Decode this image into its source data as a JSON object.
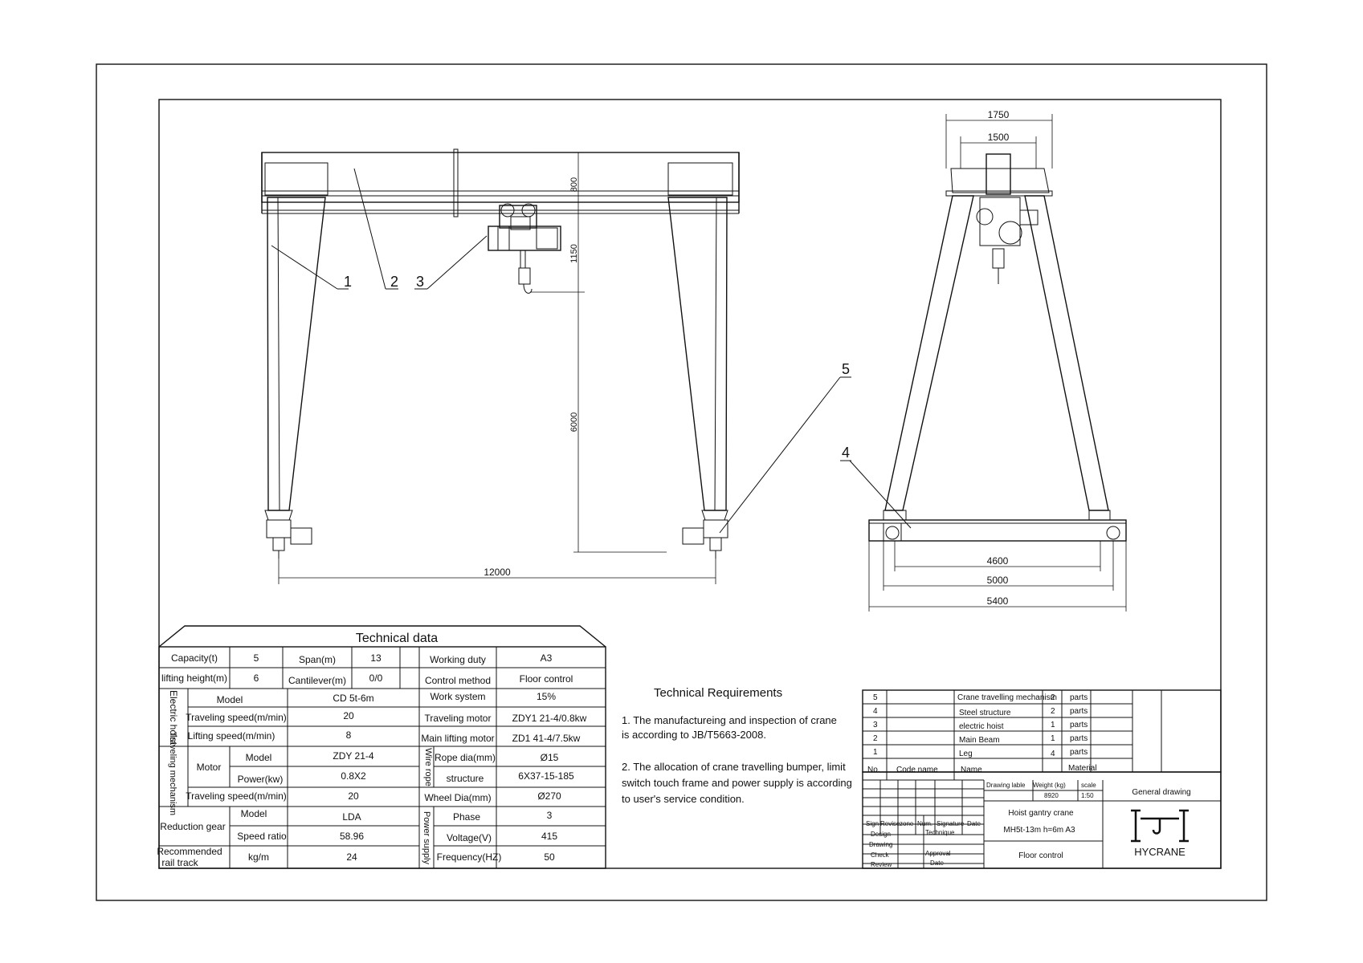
{
  "drawing": {
    "part_labels": [
      "1",
      "2",
      "3",
      "4",
      "5"
    ],
    "front_view": {
      "span": "12000",
      "height": "6000",
      "hoist_height": "1150",
      "beam_height": "800"
    },
    "side_view": {
      "top_outer": "1750",
      "top_inner": "1500",
      "base1": "4600",
      "base2": "5000",
      "base3": "5400"
    }
  },
  "tech_data": {
    "title": "Technical data",
    "row1": {
      "capacity_label": "Capacity(t)",
      "capacity": "5",
      "span_label": "Span(m)",
      "span": "13",
      "duty_label": "Working duty",
      "duty": "A3"
    },
    "row2": {
      "lift_label": "lifting height(m)",
      "lift": "6",
      "cant_label": "Cantilever(m)",
      "cant": "0/0",
      "control_label": "Control method",
      "control": "Floor control"
    },
    "hoist_group": "Electric hoist",
    "hoist_model_label": "Model",
    "hoist_model": "CD 5t-6m",
    "work_system_label": "Work system",
    "work_system": "15%",
    "hoist_trav_label": "Traveling speed(m/min)",
    "hoist_trav": "20",
    "trav_motor_label": "Traveling motor",
    "trav_motor": "ZDY1 21-4/0.8kw",
    "hoist_lift_label": "Lifting speed(m/min)",
    "hoist_lift": "8",
    "main_lift_label": "Main lifting motor",
    "main_lift": "ZD1 41-4/7.5kw",
    "trav_group": "Traveling mechanism",
    "motor_label": "Motor",
    "trav_model_label": "Model",
    "trav_model": "ZDY 21-4",
    "wire_group": "Wire rope",
    "rope_dia_label": "Rope dia(mm)",
    "rope_dia": "Ø15",
    "power_label": "Power(kw)",
    "power": "0.8X2",
    "structure_label": "structure",
    "structure": "6X37-15-185",
    "trav_speed_label": "Traveling speed(m/min)",
    "trav_speed": "20",
    "wheel_label": "Wheel Dia(mm)",
    "wheel": "Ø270",
    "reduction_label": "Reduction gear",
    "red_model_label": "Model",
    "red_model": "LDA",
    "supply_group": "Power supply",
    "phase_label": "Phase",
    "phase": "3",
    "ratio_label": "Speed ratio",
    "ratio": "58.96",
    "voltage_label": "Voltage(V)",
    "voltage": "415",
    "rail_label_1": "Recommended",
    "rail_label_2": "rail track",
    "rail_unit": "kg/m",
    "rail": "24",
    "freq_label": "Frequency(HZ)",
    "freq": "50"
  },
  "requirements": {
    "title": "Technical Requirements",
    "line1a": "1. The manufactureing and inspection of crane",
    "line1b": "is according to JB/T5663-2008.",
    "line2a": "2. The allocation of crane travelling bumper, limit",
    "line2b": "switch touch frame and power supply is according",
    "line2c": "to user's service condition."
  },
  "parts_list": {
    "rows": [
      {
        "no": "5",
        "name": "Crane travelling mechanism",
        "qty": "2",
        "unit": "parts"
      },
      {
        "no": "4",
        "name": "Steel structure",
        "qty": "2",
        "unit": "parts"
      },
      {
        "no": "3",
        "name": "electric hoist",
        "qty": "1",
        "unit": "parts"
      },
      {
        "no": "2",
        "name": "Main Beam",
        "qty": "1",
        "unit": "parts"
      },
      {
        "no": "1",
        "name": "Leg",
        "qty": "4",
        "unit": "parts"
      }
    ],
    "h_no": "No.",
    "h_code": "Code  name",
    "h_name": "Name",
    "h_material": "Material"
  },
  "title_block": {
    "drawing_lable": "Drawing lable",
    "weight_label": "Weight (kg)",
    "scale_label": "scale",
    "weight": "8920",
    "scale": "1:50",
    "general": "General drawing",
    "product": "Hoist gantry crane",
    "code": "MH5t-13m  h=6m A3",
    "sign": "Sign",
    "revise": "Revise",
    "zone": "zone",
    "num": "Num.",
    "signature": "Signature",
    "date": "Date",
    "design": "Design",
    "technique": "Technique",
    "drawing": "Drawing",
    "check": "Check",
    "approval": "Approval",
    "review": "Review",
    "date2": "Date",
    "floor": "Floor control",
    "brand": "HYCRANE"
  }
}
